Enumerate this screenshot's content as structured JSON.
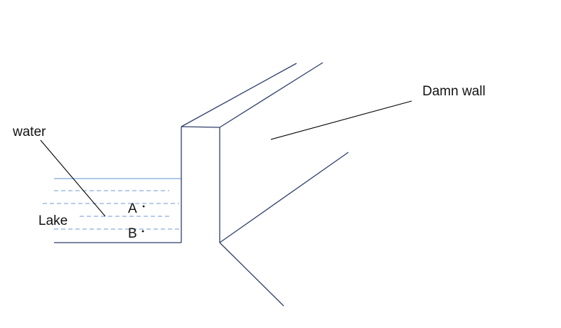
{
  "labels": {
    "water": "water",
    "lake": "Lake",
    "point_a": "A",
    "point_b": "B",
    "dam_wall": "Damn wall"
  },
  "colors": {
    "outline": "#2f3f6b",
    "water_surface": "#5b8fd0",
    "water_dash": "#6f9ad6",
    "pointer": "#000000"
  }
}
